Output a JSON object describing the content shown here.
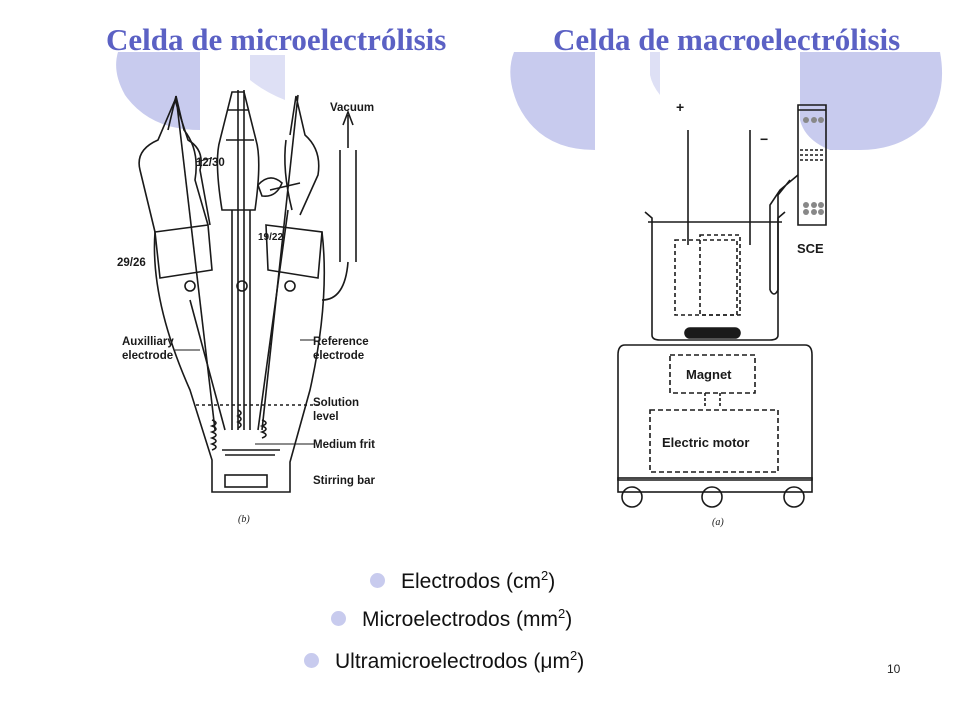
{
  "titles": {
    "left": "Celda de microelectrólisis",
    "right": "Celda de macroelectrólisis"
  },
  "left_figure": {
    "labels": {
      "vacuum": "Vacuum",
      "joint_top": "12/30",
      "joint_mid": "19/22",
      "joint_side": "29/26",
      "aux_1": "Auxilliary",
      "aux_2": "electrode",
      "ref_1": "Reference",
      "ref_2": "electrode",
      "sol_1": "Solution",
      "sol_2": "level",
      "frit": "Medium frit",
      "stir": "Stirring bar"
    },
    "caption": "(b)"
  },
  "right_figure": {
    "labels": {
      "plus": "+",
      "minus": "−",
      "sce": "SCE",
      "magnet": "Magnet",
      "motor": "Electric motor"
    },
    "caption": "(a)"
  },
  "bullets": [
    {
      "text": "Electrodos (cm",
      "sup": "2",
      "tail": ")"
    },
    {
      "text": "Microelectrodos (mm",
      "sup": "2",
      "tail": ")"
    },
    {
      "text": "Ultramicroelectrodos (μm",
      "sup": "2",
      "tail": ")"
    }
  ],
  "slide_number": "10",
  "colors": {
    "title": "#5b61c4",
    "decor": "#c8cbee",
    "bullet": "#c8cbee"
  }
}
